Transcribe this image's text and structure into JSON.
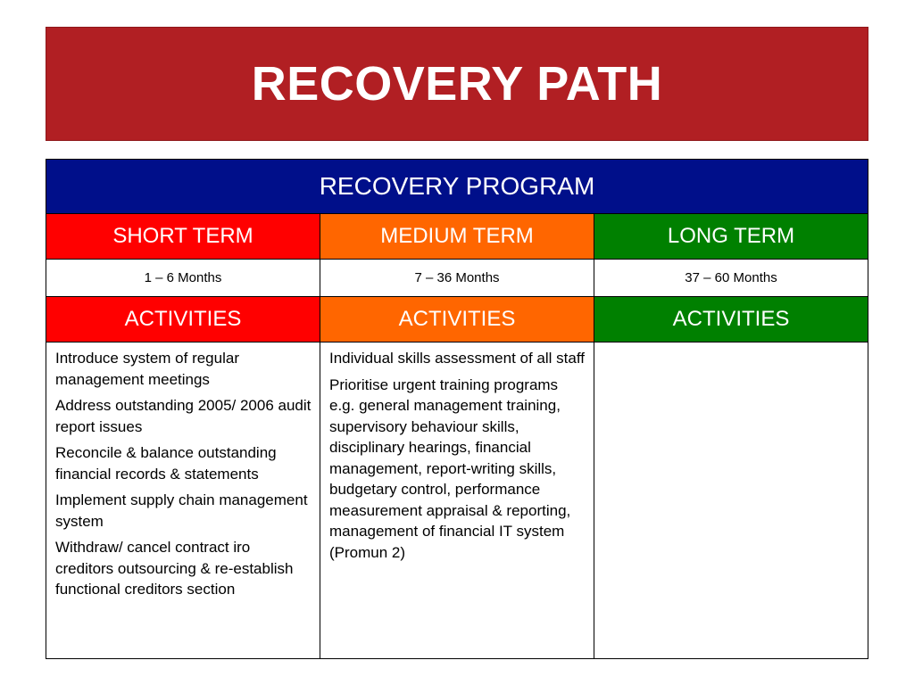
{
  "title": "RECOVERY PATH",
  "program": {
    "header": "RECOVERY PROGRAM",
    "terms": [
      "SHORT TERM",
      "MEDIUM TERM",
      "LONG TERM"
    ],
    "durations": [
      "1 – 6 Months",
      "7 – 36 Months",
      "37 – 60 Months"
    ],
    "activities_label": [
      "ACTIVITIES",
      "ACTIVITIES",
      "ACTIVITIES"
    ],
    "activities": {
      "short": [
        "Introduce system of regular management meetings",
        "Address outstanding 2005/ 2006 audit report issues",
        "Reconcile & balance outstanding financial records & statements",
        "Implement supply chain management system",
        "Withdraw/ cancel contract iro creditors outsourcing & re-establish functional creditors section"
      ],
      "medium": [
        "Individual skills assessment of all staff",
        "Prioritise urgent training programs e.g. general management training, supervisory behaviour skills, disciplinary hearings, financial management, report-writing skills, budgetary control, performance measurement appraisal & reporting, management of financial IT system (Promun 2)"
      ],
      "long": []
    }
  },
  "colors": {
    "title_banner": "#b11f23",
    "program_header": "#000f8a",
    "short_term": "#ff0000",
    "medium_term": "#ff6600",
    "long_term": "#008000"
  }
}
